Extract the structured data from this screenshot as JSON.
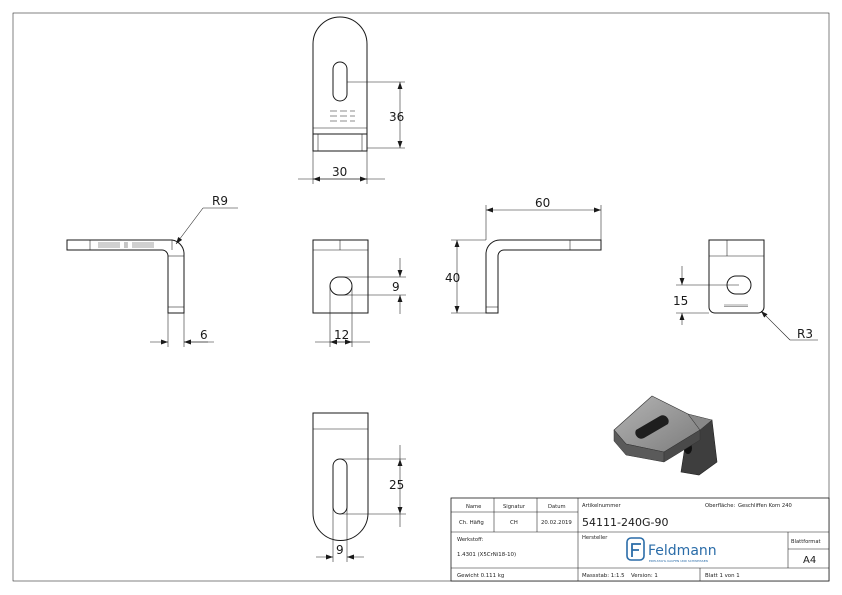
{
  "dimensions": {
    "top_height": "36",
    "top_width": "30",
    "bend_radius": "R9",
    "thickness": "6",
    "slot_height": "9",
    "slot_width": "12",
    "leg_length": "60",
    "leg_height": "40",
    "hole_pos": "15",
    "corner_radius": "R3",
    "slot_length": "25",
    "slot_width_bottom": "9"
  },
  "title_block": {
    "col_name": "Name",
    "col_signature": "Signatur",
    "col_date": "Datum",
    "name_value": "Ch. Häfig",
    "signature_value": "CH",
    "date_value": "20.02.2019",
    "article_label": "Artikelnummer",
    "article_number": "54111-240G-90",
    "surface_label": "Oberfläche:",
    "surface_value": "Geschliffen Korn 240",
    "material_label": "Werkstoff:",
    "material_value": "1.4301 (X5CrNi18-10)",
    "manufacturer_label": "Hersteller",
    "logo_text": "Feldmann",
    "logo_subtitle": "EDELSTAHL KAUFEN UND SCHWEISSEN",
    "format_label": "Blattformat",
    "format_value": "A4",
    "weight": "Gewicht 0.111 kg",
    "scale": "Massstab: 1:1.5",
    "version": "Version: 1",
    "sheet": "Blatt 1 von 1"
  },
  "colors": {
    "line": "#1a1a1a",
    "iso_light": "#9b9b9b",
    "iso_dark": "#3e3e3e",
    "logo_blue": "#2a6ca8"
  }
}
